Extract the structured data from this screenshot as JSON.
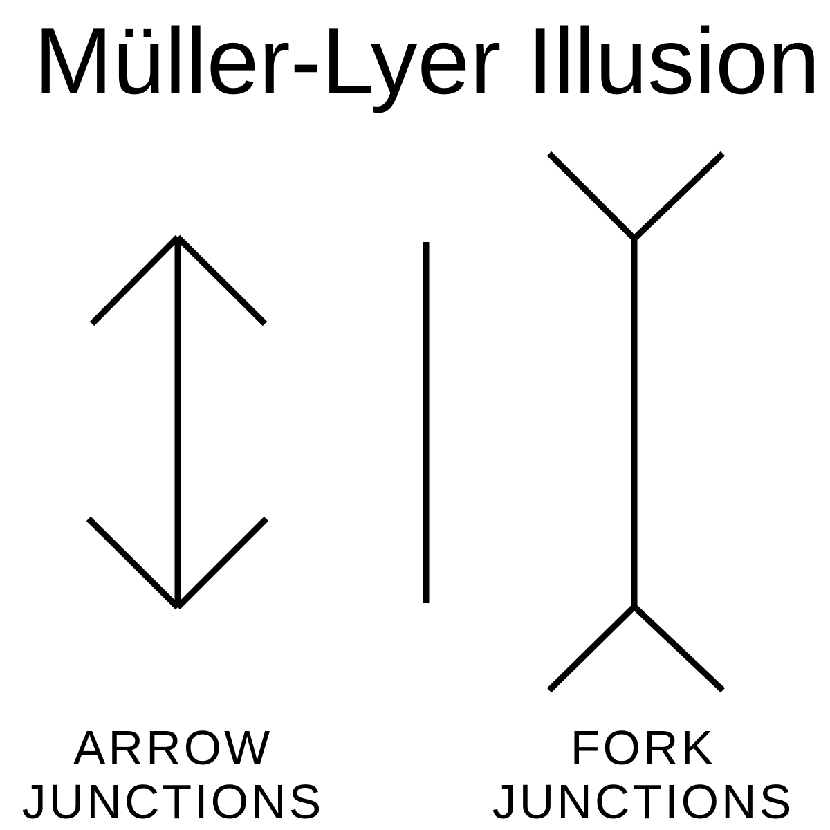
{
  "title": "Müller-Lyer Illusion",
  "figures": {
    "arrow": {
      "label_line1": "ARROW",
      "label_line2": "JUNCTIONS"
    },
    "plain": {},
    "fork": {
      "label_line1": "FORK",
      "label_line2": "JUNCTIONS"
    }
  },
  "colors": {
    "stroke": "#000000",
    "background": "#ffffff"
  }
}
